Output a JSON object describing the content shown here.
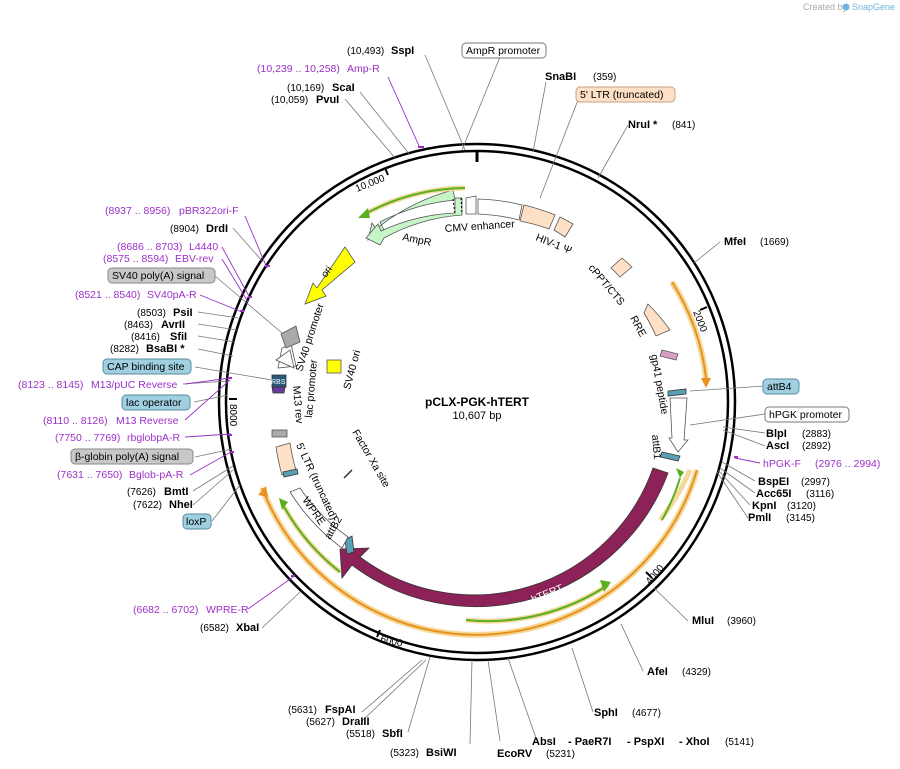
{
  "map": {
    "name": "pCLX-PGK-hTERT",
    "length": "10,607 bp",
    "total_bp": 10607
  },
  "credit": {
    "prefix": "Created by",
    "brand": "SnapGene"
  },
  "ticks": [
    "2000",
    "4000",
    "6000",
    "8000",
    "10,000"
  ],
  "enzymes": {
    "sspi": {
      "name": "SspI",
      "pos": "(10,493)"
    },
    "scai": {
      "name": "ScaI",
      "pos": "(10,169)"
    },
    "pvui": {
      "name": "PvuI",
      "pos": "(10,059)"
    },
    "snabi": {
      "name": "SnaBI",
      "pos": "(359)"
    },
    "nrui": {
      "name": "NruI *",
      "pos": "(841)"
    },
    "mfei": {
      "name": "MfeI",
      "pos": "(1669)"
    },
    "blpi": {
      "name": "BlpI",
      "pos": "(2883)"
    },
    "asci": {
      "name": "AscI",
      "pos": "(2892)"
    },
    "bspei": {
      "name": "BspEI",
      "pos": "(2997)"
    },
    "acc65i": {
      "name": "Acc65I",
      "pos": "(3116)"
    },
    "kpni": {
      "name": "KpnI",
      "pos": "(3120)"
    },
    "pmli": {
      "name": "PmlI",
      "pos": "(3145)"
    },
    "mlui": {
      "name": "MluI",
      "pos": "(3960)"
    },
    "afei": {
      "name": "AfeI",
      "pos": "(4329)"
    },
    "sphi": {
      "name": "SphI",
      "pos": "(4677)"
    },
    "absi": {
      "name": "AbsI",
      "pos": ""
    },
    "paer7i": {
      "name": "- PaeR7I",
      "pos": ""
    },
    "pspxi": {
      "name": "- PspXI",
      "pos": ""
    },
    "xhoi": {
      "name": "- XhoI",
      "pos": "(5141)"
    },
    "ecorv": {
      "name": "EcoRV",
      "pos": "(5231)"
    },
    "bsiwi": {
      "name": "BsiWI",
      "pos": "(5323)"
    },
    "sbfi": {
      "name": "SbfI",
      "pos": "(5518)"
    },
    "draiii": {
      "name": "DraIII",
      "pos": "(5627)"
    },
    "fspai": {
      "name": "FspAI",
      "pos": "(5631)"
    },
    "xbai": {
      "name": "XbaI",
      "pos": "(6582)"
    },
    "nhei": {
      "name": "NheI",
      "pos": "(7622)"
    },
    "bmti": {
      "name": "BmtI",
      "pos": "(7626)"
    },
    "bsabi": {
      "name": "BsaBI *",
      "pos": "(8282)"
    },
    "sfii": {
      "name": "SfiI",
      "pos": "(8416)"
    },
    "avrii": {
      "name": "AvrII",
      "pos": "(8463)"
    },
    "psii": {
      "name": "PsiI",
      "pos": "(8503)"
    },
    "drdi": {
      "name": "DrdI",
      "pos": "(8904)"
    }
  },
  "primers": {
    "ampr": {
      "range": "(10,239 .. 10,258)",
      "name": "Amp-R"
    },
    "pbr322": {
      "range": "(8937 .. 8956)",
      "name": "pBR322ori-F"
    },
    "l4440": {
      "range": "(8686 .. 8703)",
      "name": "L4440"
    },
    "ebv": {
      "range": "(8575 .. 8594)",
      "name": "EBV-rev"
    },
    "sv40pa": {
      "range": "(8521 .. 8540)",
      "name": "SV40pA-R"
    },
    "m13puc": {
      "range": "(8123 .. 8145)",
      "name": "M13/pUC Reverse"
    },
    "m13rev": {
      "range": "(8110 .. 8126)",
      "name": "M13 Reverse"
    },
    "rbglob": {
      "range": "(7750 .. 7769)",
      "name": "rbglobpA-R"
    },
    "bglob": {
      "range": "(7631 .. 7650)",
      "name": "Bglob-pA-R"
    },
    "wpre": {
      "range": "(6682 .. 6702)",
      "name": "WPRE-R"
    },
    "hpgk": {
      "range": "(2976 .. 2994)",
      "name": "hPGK-F"
    }
  },
  "boxed_labels": {
    "ampr_promoter": "AmpR promoter",
    "ltr5_top": "5' LTR (truncated)",
    "attb4": "attB4",
    "hpgk_promoter": "hPGK promoter",
    "sv40_polya": "SV40 poly(A) signal",
    "cap_site": "CAP binding site",
    "lac_operator": "lac operator",
    "bglobin_polya": "β-globin poly(A) signal",
    "loxp": "loxP"
  },
  "inner_labels": {
    "cmv": "CMV enhancer",
    "ampr": "AmpR",
    "hiv": "HIV-1 Ψ",
    "cppt": "cPPT/CTS",
    "rre": "RRE",
    "gp41": "gp41 peptide",
    "attb1": "attB1",
    "htert": "hTERT",
    "attb2": "attB2",
    "wpre": "WPRE",
    "ltr5": "5' LTR (truncated)",
    "factorxa": "Factor Xa site",
    "sv40ori": "SV40 ori",
    "sv40prom": "SV40 promoter",
    "lacprom": "lac promoter",
    "m13rev": "M13 rev",
    "ori": "ori",
    "rbs": "RBS"
  },
  "colors": {
    "primer": "#9b30c8",
    "htert": "#8c2257",
    "ampr": "#c8f5c8",
    "ltr": "#fde0c5",
    "ori": "#ffff00",
    "orf_orange": "#f5a623",
    "orf_green": "#58b020",
    "box_blue": "#9fcfe0",
    "box_grey": "#c8c8c8"
  }
}
